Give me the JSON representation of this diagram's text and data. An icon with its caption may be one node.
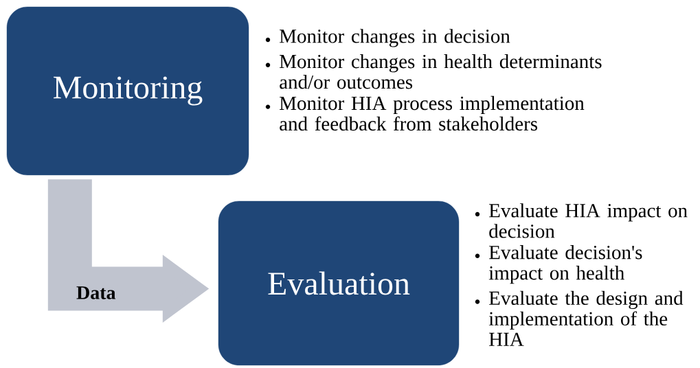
{
  "diagram": {
    "nodes": [
      {
        "text": [
          "Monitoring"
        ],
        "beside": [
          "Monitor changes in decision",
          "Monitor changes in health determinants and/or outcomes",
          "Monitor HIA process implementation and feedback from stakeholders"
        ]
      },
      {
        "text": [
          "Evaluation"
        ],
        "beside": [
          "Evaluate HIA impact on decision",
          "Evaluate decision's impact on health",
          "Evaluate the design and implementation of the HIA"
        ]
      }
    ],
    "edges": [
      {
        "from": 0,
        "to": 1,
        "arrow": "to",
        "label": "Data",
        "color": "#c0c4cf"
      }
    ]
  }
}
